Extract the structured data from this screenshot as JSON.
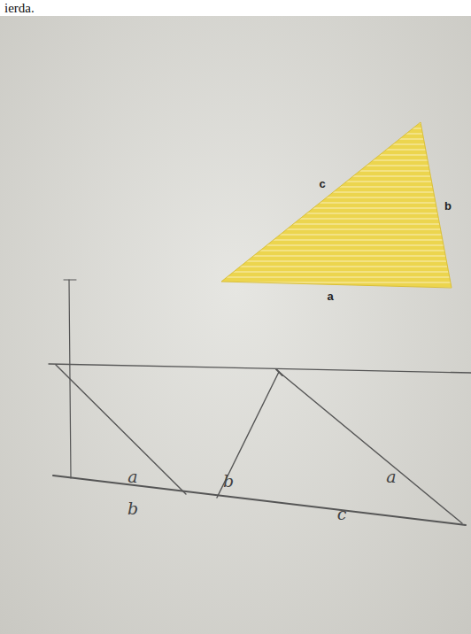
{
  "diagram": {
    "labels": [
      "ierda.",
      "c",
      "b",
      "a",
      "a",
      "b",
      "a",
      "b",
      "c"
    ]
  }
}
